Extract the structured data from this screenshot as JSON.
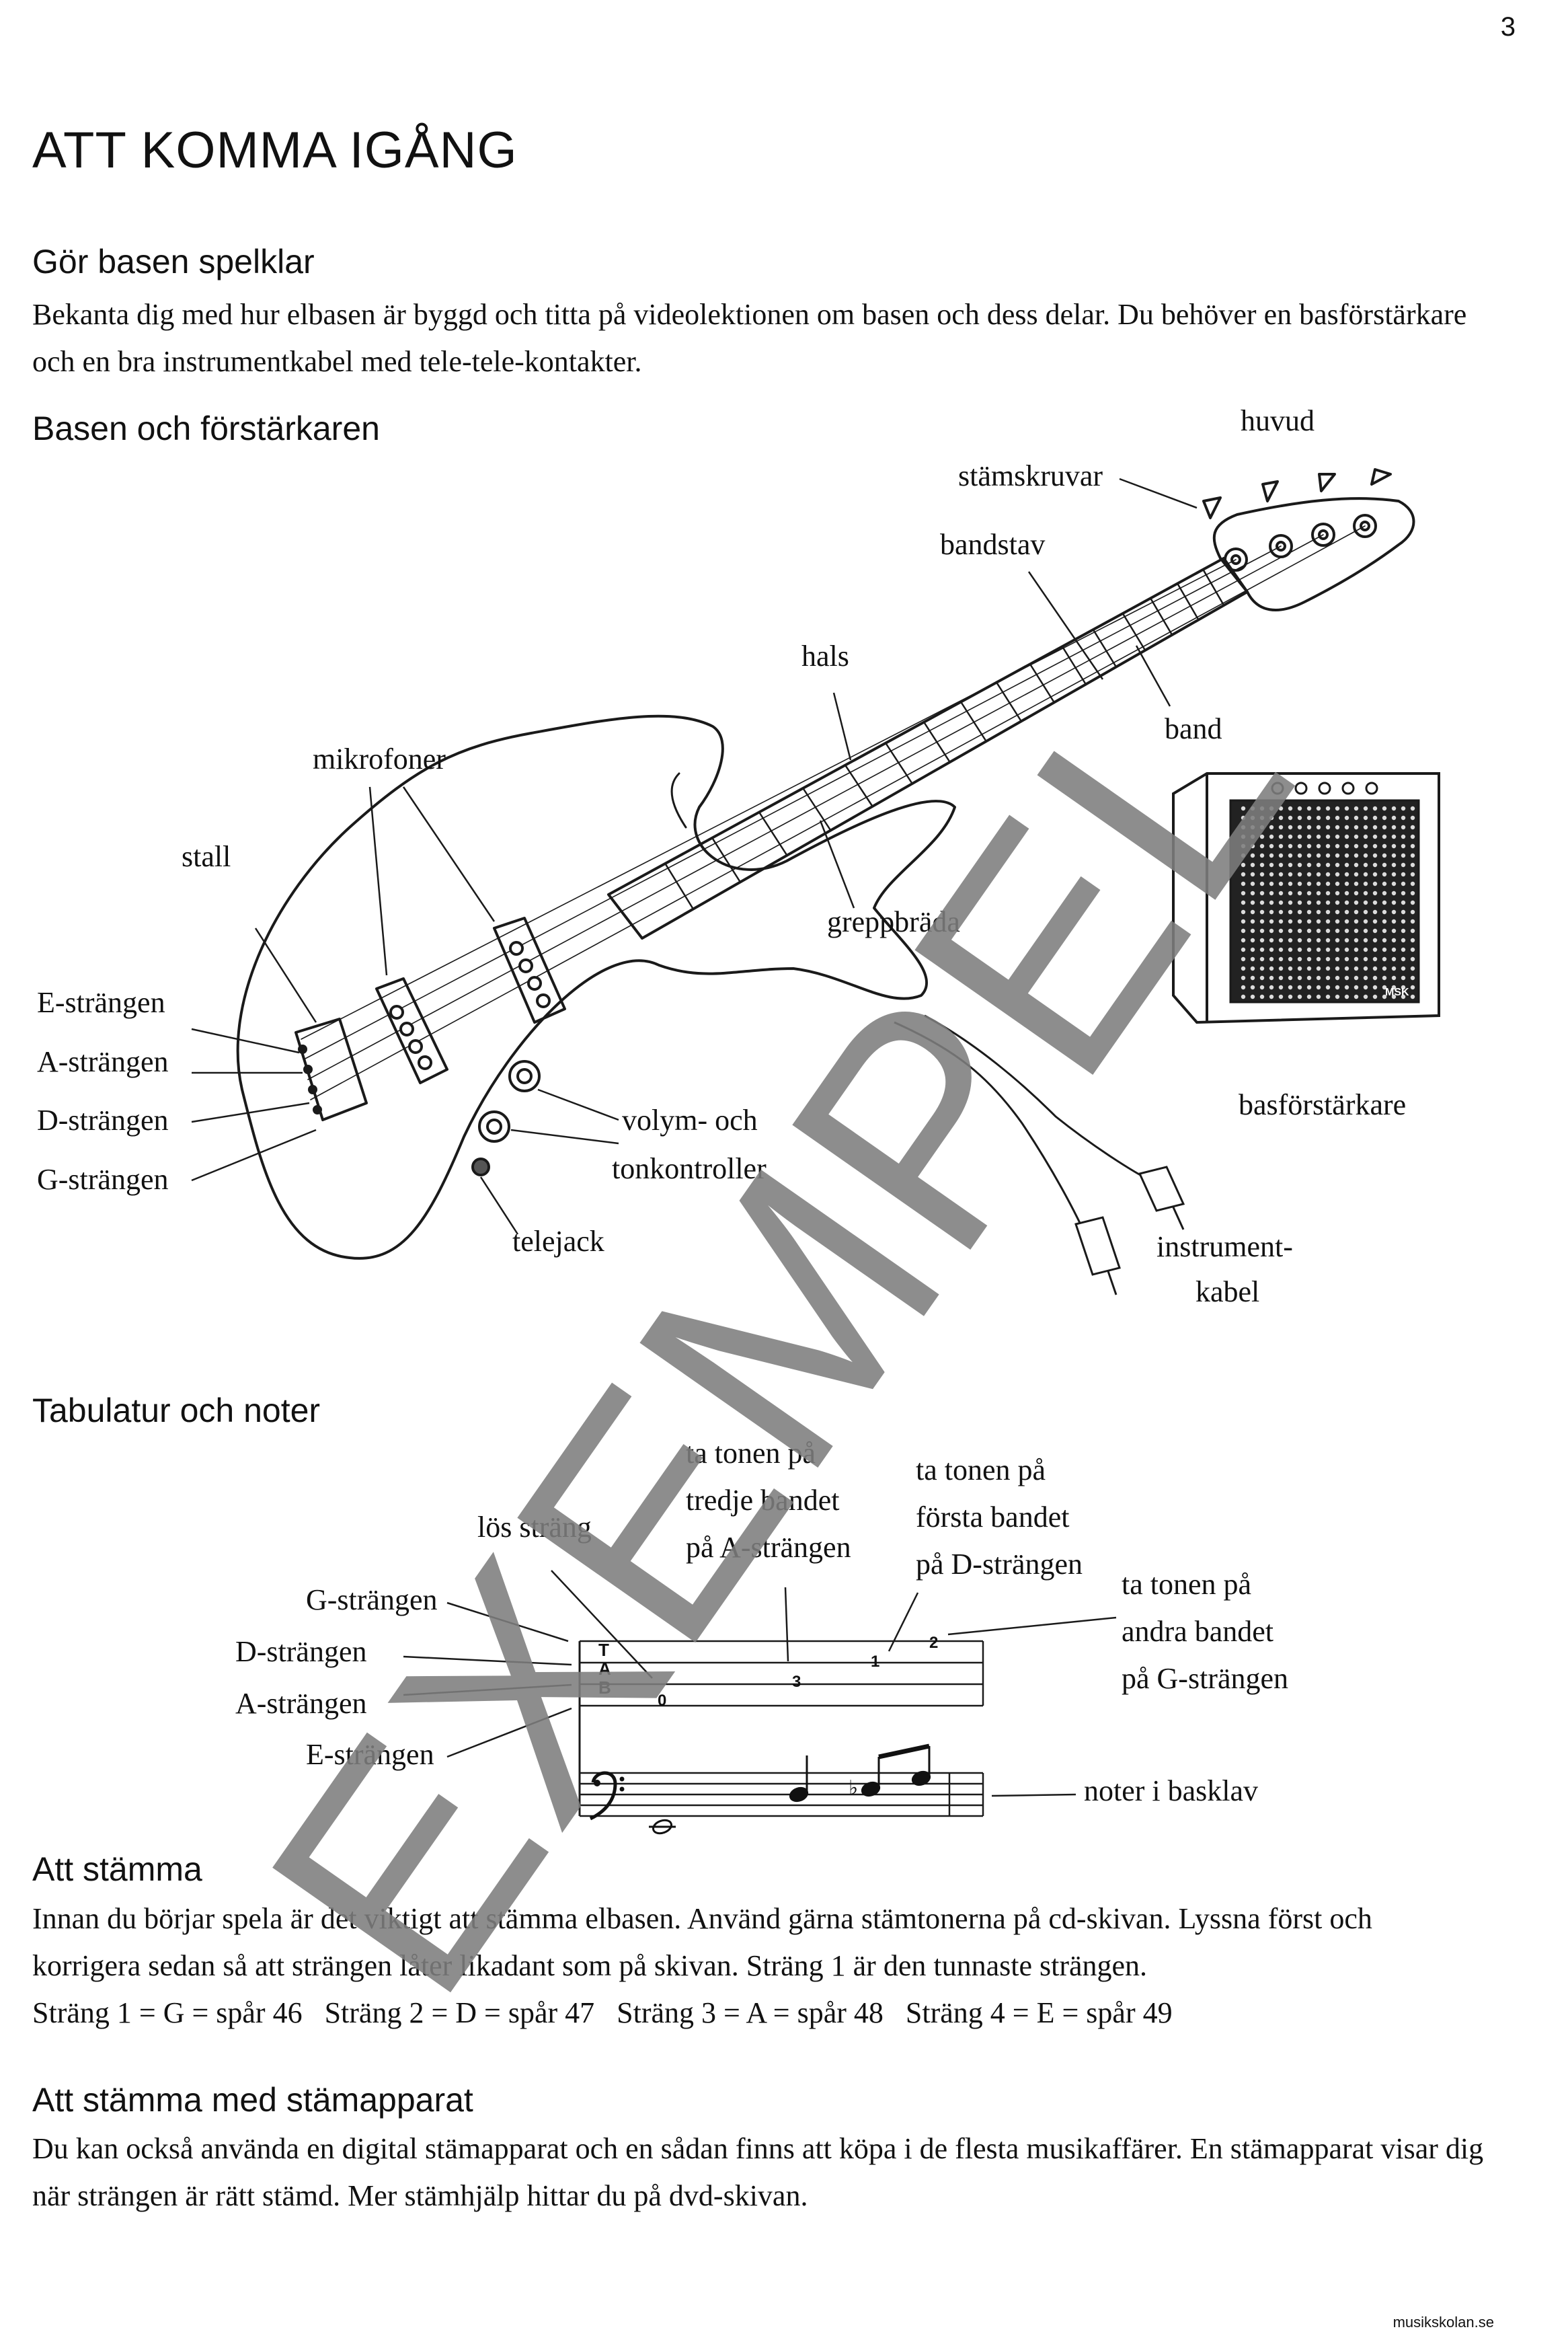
{
  "page_number": "3",
  "title": "ATT KOMMA IGÅNG",
  "section1": {
    "heading": "Gör basen spelklar",
    "text": "Bekanta dig med hur elbasen är byggd och titta på videolektionen om basen och dess delar. Du behöver en basförstärkare och en bra instrumentkabel med tele-tele-kontakter."
  },
  "section2": {
    "heading": "Basen och förstärkaren",
    "labels": {
      "huvud": "huvud",
      "stamskruvar": "stämskruvar",
      "bandstav": "bandstav",
      "hals": "hals",
      "band": "band",
      "mikrofoner": "mikrofoner",
      "stall": "stall",
      "greppbrada": "greppbräda",
      "e_strangen": "E-strängen",
      "a_strangen": "A-strängen",
      "d_strangen": "D-strängen",
      "g_strangen": "G-strängen",
      "volym_line1": "volym- och",
      "volym_line2": "tonkontroller",
      "telejack": "telejack",
      "basforstarkare": "basförstärkare",
      "kabel_line1": "instrument-",
      "kabel_line2": "kabel"
    }
  },
  "section3": {
    "heading": "Tabulatur och noter",
    "labels": {
      "los_strang": "lös sträng",
      "tredje_1": "ta tonen på",
      "tredje_2": "tredje bandet",
      "tredje_3": "på A-strängen",
      "forsta_1": "ta tonen på",
      "forsta_2": "första bandet",
      "forsta_3": "på D-strängen",
      "andra_1": "ta tonen på",
      "andra_2": "andra bandet",
      "andra_3": "på G-strängen",
      "g_strangen": "G-strängen",
      "d_strangen": "D-strängen",
      "a_strangen": "A-strängen",
      "e_strangen": "E-strängen",
      "noter_i_basklav": "noter i basklav"
    },
    "tab": {
      "letter_t": "T",
      "letter_a": "A",
      "letter_b": "B",
      "fret_open": "0",
      "fret_a3": "3",
      "fret_d1": "1",
      "fret_g2": "2"
    }
  },
  "section4": {
    "heading": "Att stämma",
    "text": "Innan du börjar spela är det viktigt att stämma elbasen. Använd gärna stämtonerna på cd-skivan. Lyssna först och korrigera sedan så att strängen låter likadant som på skivan. Sträng 1 är den tunnaste strängen.",
    "tuning": "Sträng 1 = G = spår 46   Sträng 2 = D = spår 47   Sträng 3 = A = spår 48   Sträng 4 = E = spår 49"
  },
  "section5": {
    "heading": "Att stämma med stämapparat",
    "text": "Du kan också använda en digital stämapparat och en sådan finns att köpa i de flesta musikaffärer. En stämapparat visar dig när strängen är rätt stämd. Mer stämhjälp hittar du på dvd-skivan."
  },
  "watermark": "EXEMPEL",
  "footer": "musikskolan.se",
  "amp_badge": "MSK"
}
